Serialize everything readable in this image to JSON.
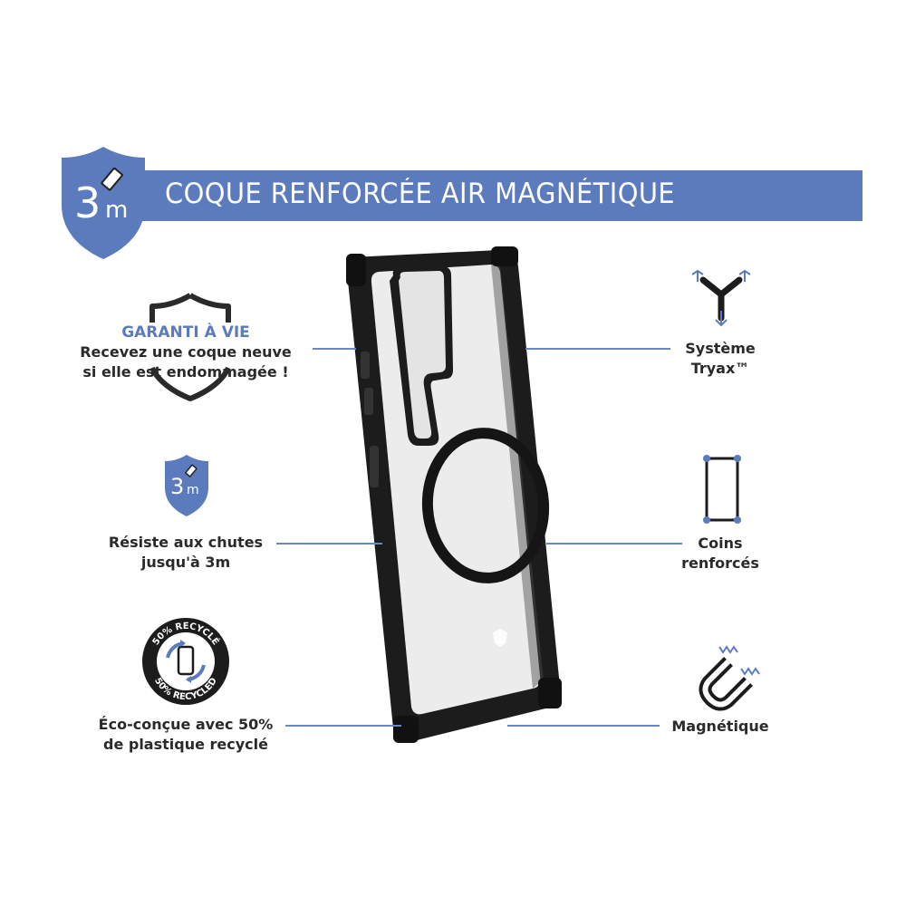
{
  "banner": {
    "title": "COQUE RENFORCÉE AIR MAGNÉTIQUE",
    "badge_number": "3",
    "badge_unit": "m"
  },
  "features": {
    "warranty": {
      "heading": "GARANTI À VIE",
      "line1": "Recevez une coque neuve",
      "line2": "si elle est endommagée !"
    },
    "drop": {
      "badge_number": "3",
      "badge_unit": "m",
      "line1": "Résiste aux chutes",
      "line2": "jusqu'à 3m"
    },
    "eco": {
      "ring_top": "50% RECYCLÉ",
      "ring_bottom": "50% RECYCLED",
      "line1": "Éco-conçue avec 50%",
      "line2": "de plastique recyclé"
    },
    "tryax": {
      "line1": "Système",
      "line2": "Tryax™"
    },
    "corners": {
      "line1": "Coins",
      "line2": "renforcés"
    },
    "magnetic": {
      "line1": "Magnétique"
    }
  },
  "colors": {
    "accent": "#5b7bbd",
    "text": "#2a2a2a",
    "case_frame": "#1c1c1c",
    "case_clear": "#eeeeee"
  },
  "icons": [
    "shield-3m-icon",
    "shield-outline-icon",
    "recycle-icon",
    "tryax-icon",
    "corners-icon",
    "magnet-icon",
    "phone-case"
  ]
}
